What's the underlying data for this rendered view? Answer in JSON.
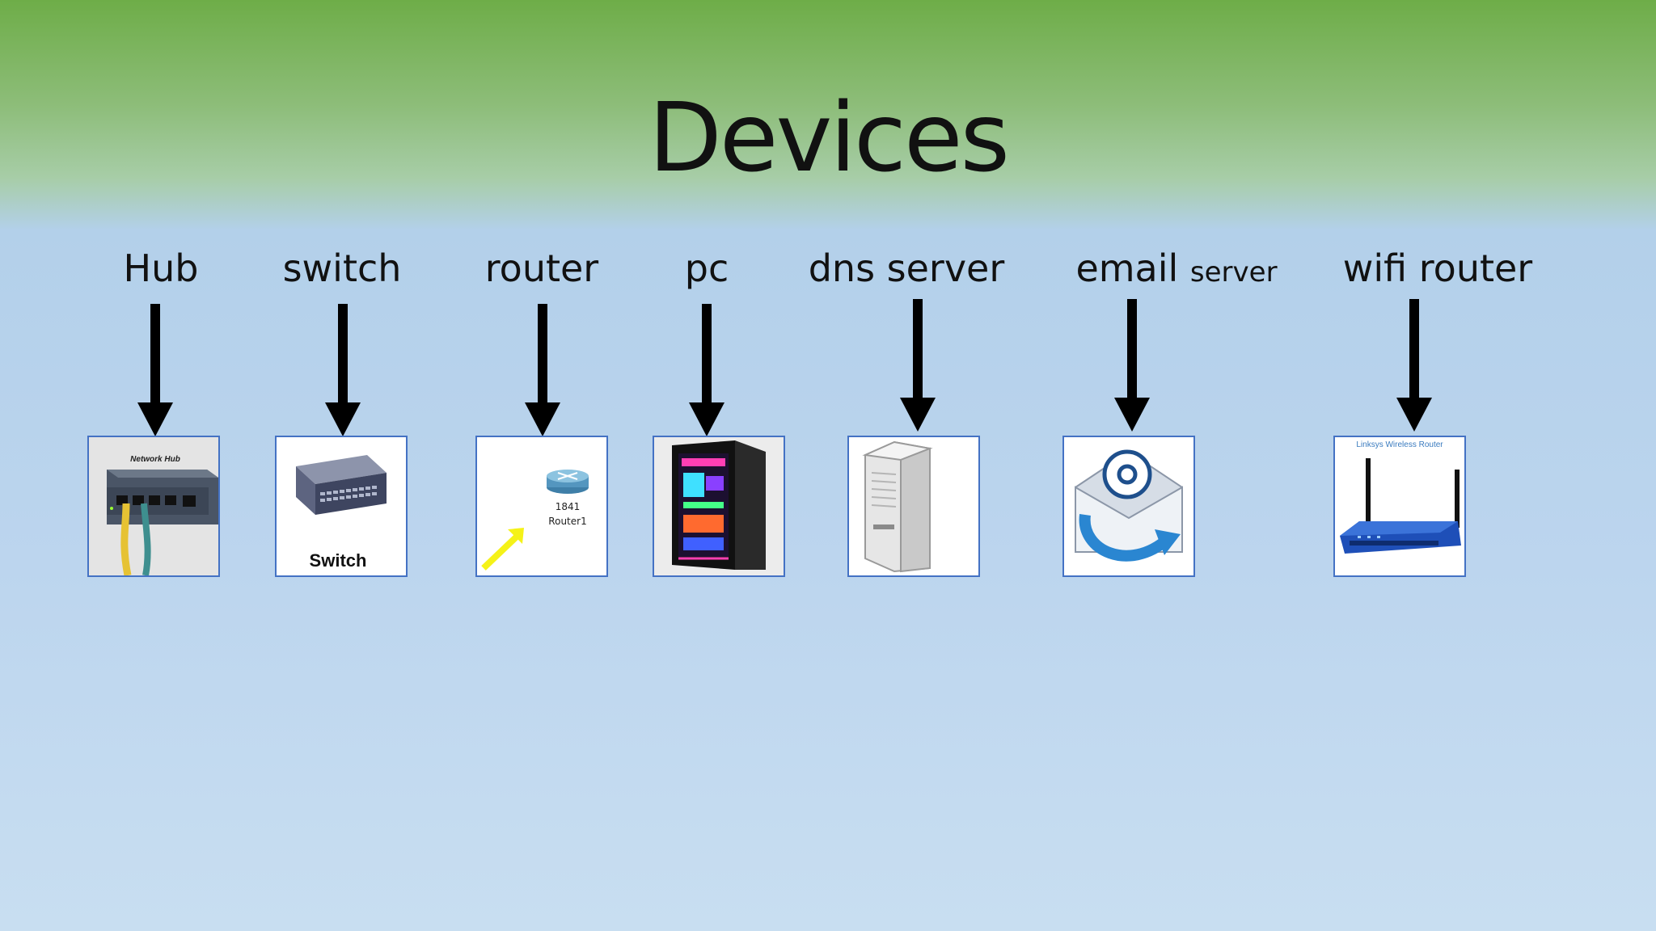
{
  "slide": {
    "title": "Devices"
  },
  "devices": [
    {
      "label": "Hub",
      "icon": "network-hub-icon",
      "caption": "Network Hub"
    },
    {
      "label": "switch",
      "icon": "network-switch-icon",
      "caption": "Switch"
    },
    {
      "label": "router",
      "icon": "router-icon",
      "model": "1841",
      "device_name": "Router1"
    },
    {
      "label": "pc",
      "icon": "desktop-pc-icon"
    },
    {
      "label": "dns server",
      "icon": "server-tower-icon"
    },
    {
      "label": "email",
      "label_suffix": "server",
      "icon": "email-envelope-icon"
    },
    {
      "label": "wifi router",
      "icon": "wireless-router-icon",
      "caption": "Linksys Wireless Router"
    }
  ],
  "colors": {
    "header_green": "#6ead48",
    "body_blue": "#bcd5ee",
    "tile_border": "#4472c4",
    "arrow": "#000000"
  }
}
